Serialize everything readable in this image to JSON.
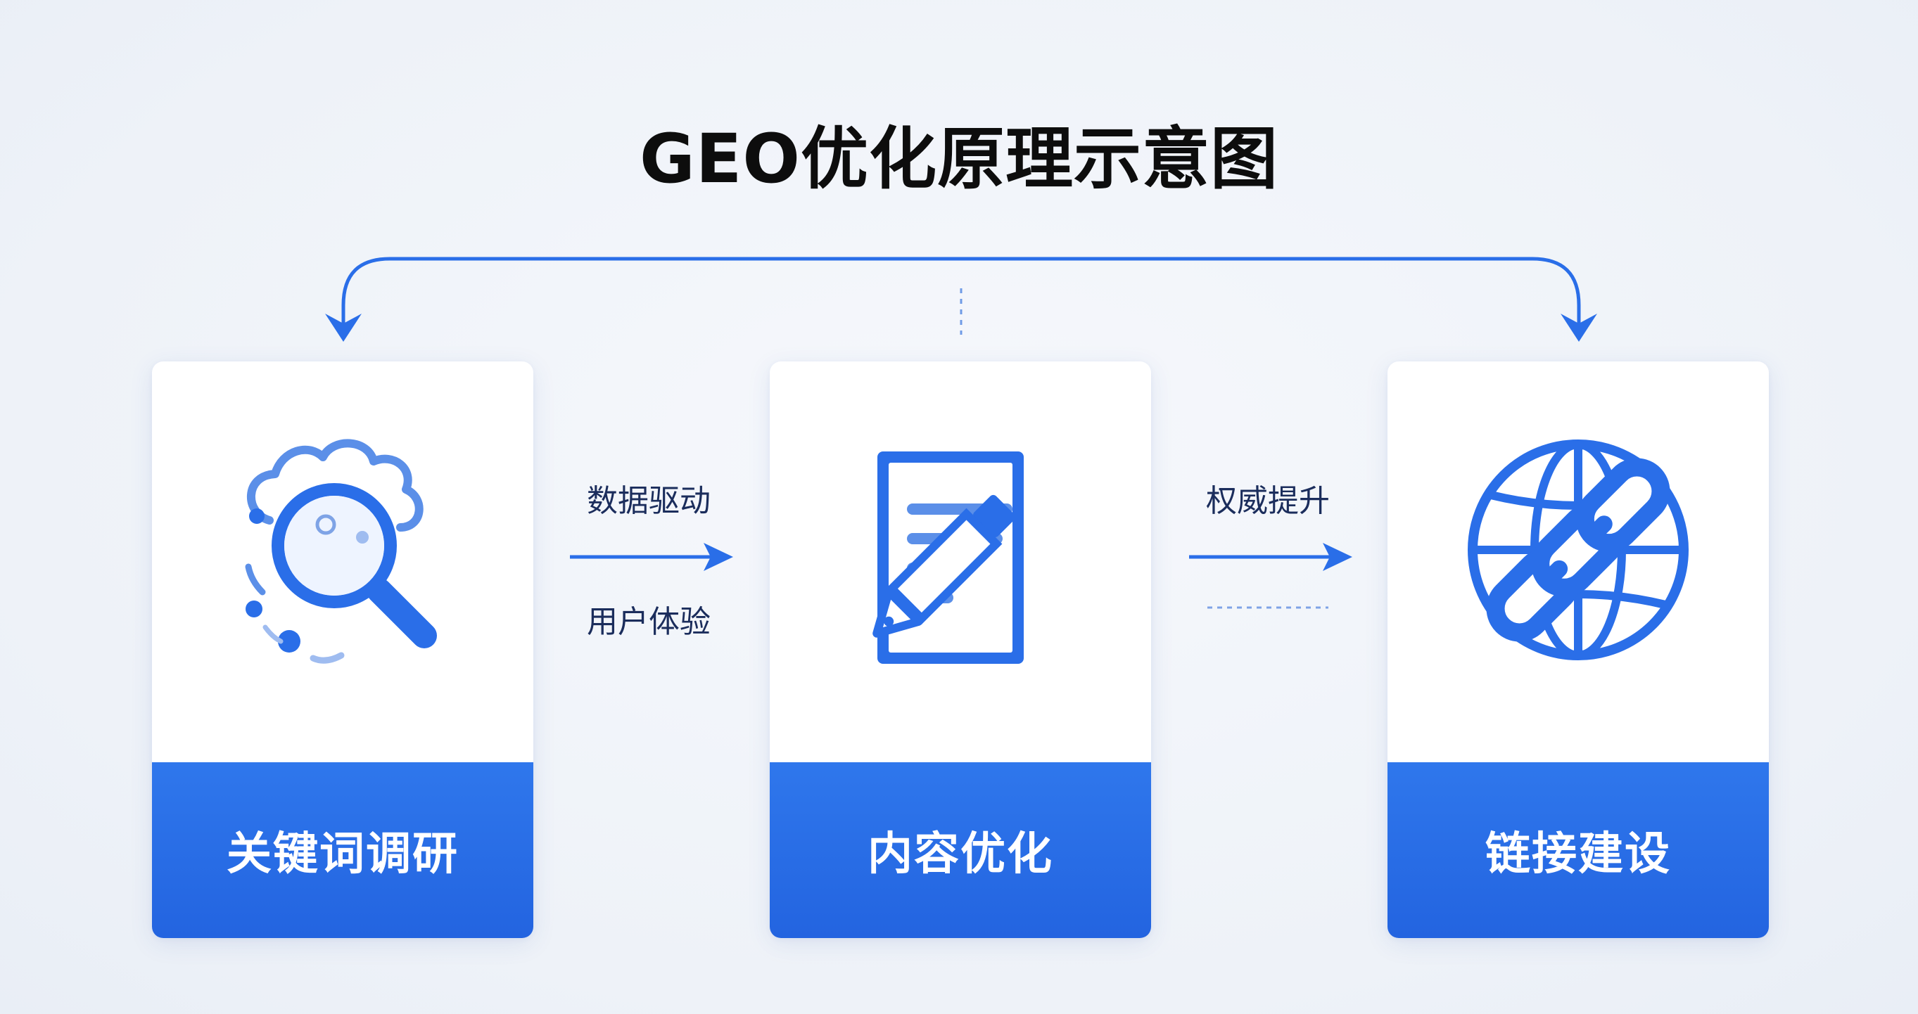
{
  "title": "GEO优化原理示意图",
  "steps": [
    {
      "label": "关键词调研",
      "icon": "magnifier-cloud-icon"
    },
    {
      "label": "内容优化",
      "icon": "document-pencil-icon"
    },
    {
      "label": "链接建设",
      "icon": "globe-chain-icon"
    }
  ],
  "flows": [
    {
      "labels": [
        "数据驱动",
        "用户体验"
      ]
    },
    {
      "labels": [
        "权威提升"
      ]
    }
  ],
  "colors": {
    "accent": "#2a6ee8",
    "icon_light": "#5b8fe8",
    "title": "#0d0d0d",
    "flow_text": "#1b2d5c"
  }
}
